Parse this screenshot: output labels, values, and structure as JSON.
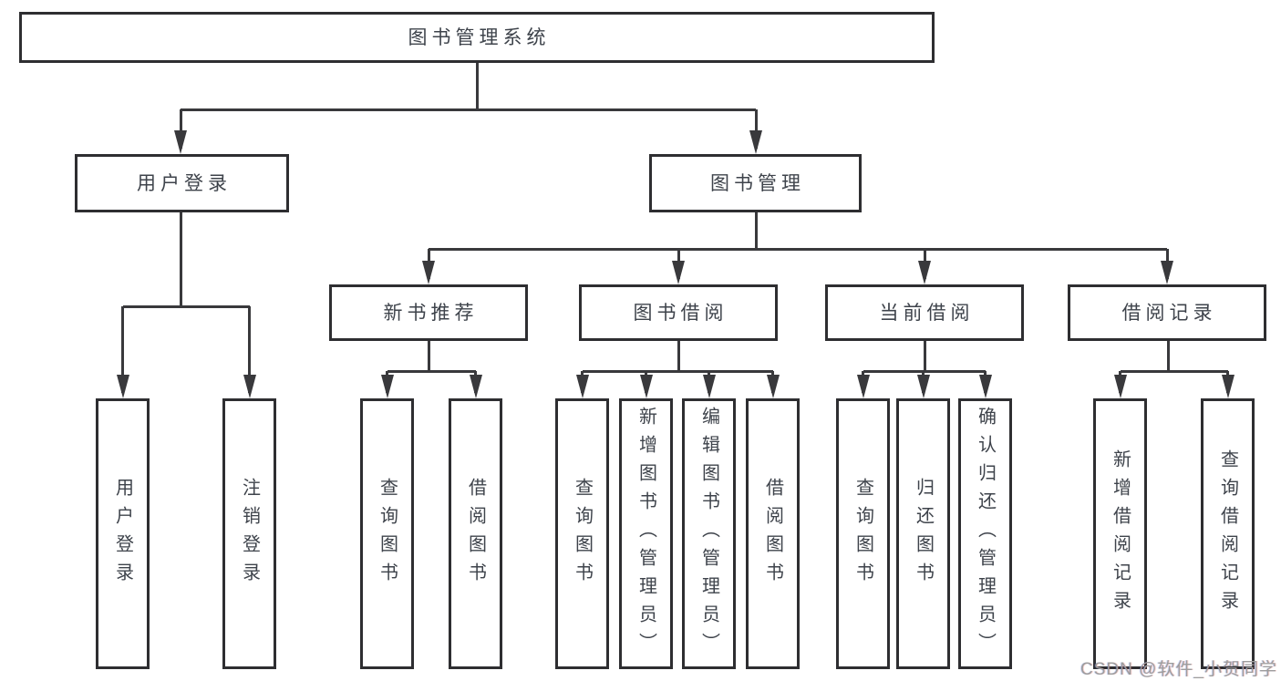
{
  "tree": {
    "label": "图书管理系统",
    "children": [
      {
        "label": "用户登录",
        "children": [
          {
            "label": "用户登录"
          },
          {
            "label": "注销登录"
          }
        ]
      },
      {
        "label": "图书管理",
        "children": [
          {
            "label": "新书推荐",
            "children": [
              {
                "label": "查询图书"
              },
              {
                "label": "借阅图书"
              }
            ]
          },
          {
            "label": "图书借阅",
            "children": [
              {
                "label": "查询图书"
              },
              {
                "label": "新增图书（管理员）"
              },
              {
                "label": "编辑图书（管理员）"
              },
              {
                "label": "借阅图书"
              }
            ]
          },
          {
            "label": "当前借阅",
            "children": [
              {
                "label": "查询图书"
              },
              {
                "label": "归还图书"
              },
              {
                "label": "确认归还（管理员）"
              }
            ]
          },
          {
            "label": "借阅记录",
            "children": [
              {
                "label": "新增借阅记录"
              },
              {
                "label": "查询借阅记录"
              }
            ]
          }
        ]
      }
    ]
  },
  "watermark": {
    "text": "CSDN @软件_小贺同学"
  },
  "colors": {
    "line": "#39393c",
    "border": "#2e2e31",
    "text": "#3e434b",
    "background": "#ffffff",
    "watermark": "#9d9d9d"
  }
}
